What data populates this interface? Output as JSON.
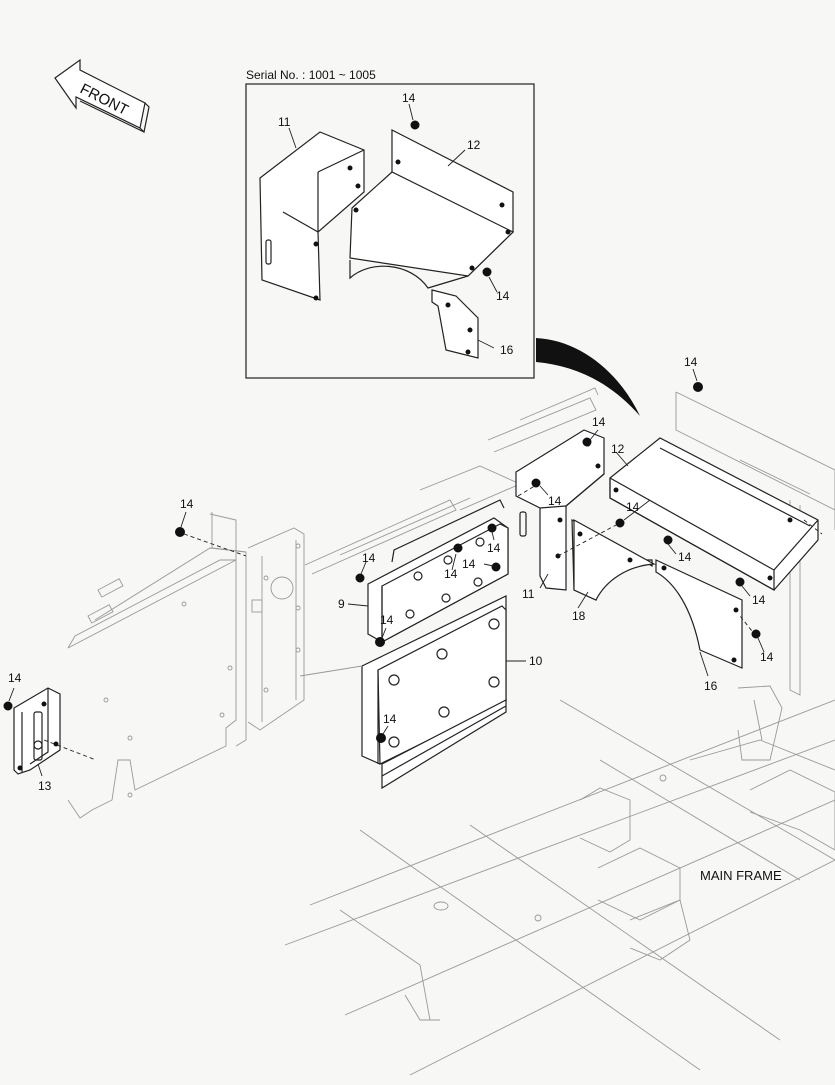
{
  "inset": {
    "serial_label": "Serial No. : 1001 ~ 1005"
  },
  "direction_label": "FRONT",
  "frame_label": "MAIN FRAME",
  "part_numbers": {
    "p9": "9",
    "p10": "10",
    "p11": "11",
    "p12": "12",
    "p13": "13",
    "p14": "14",
    "p16": "16",
    "p18": "18"
  }
}
